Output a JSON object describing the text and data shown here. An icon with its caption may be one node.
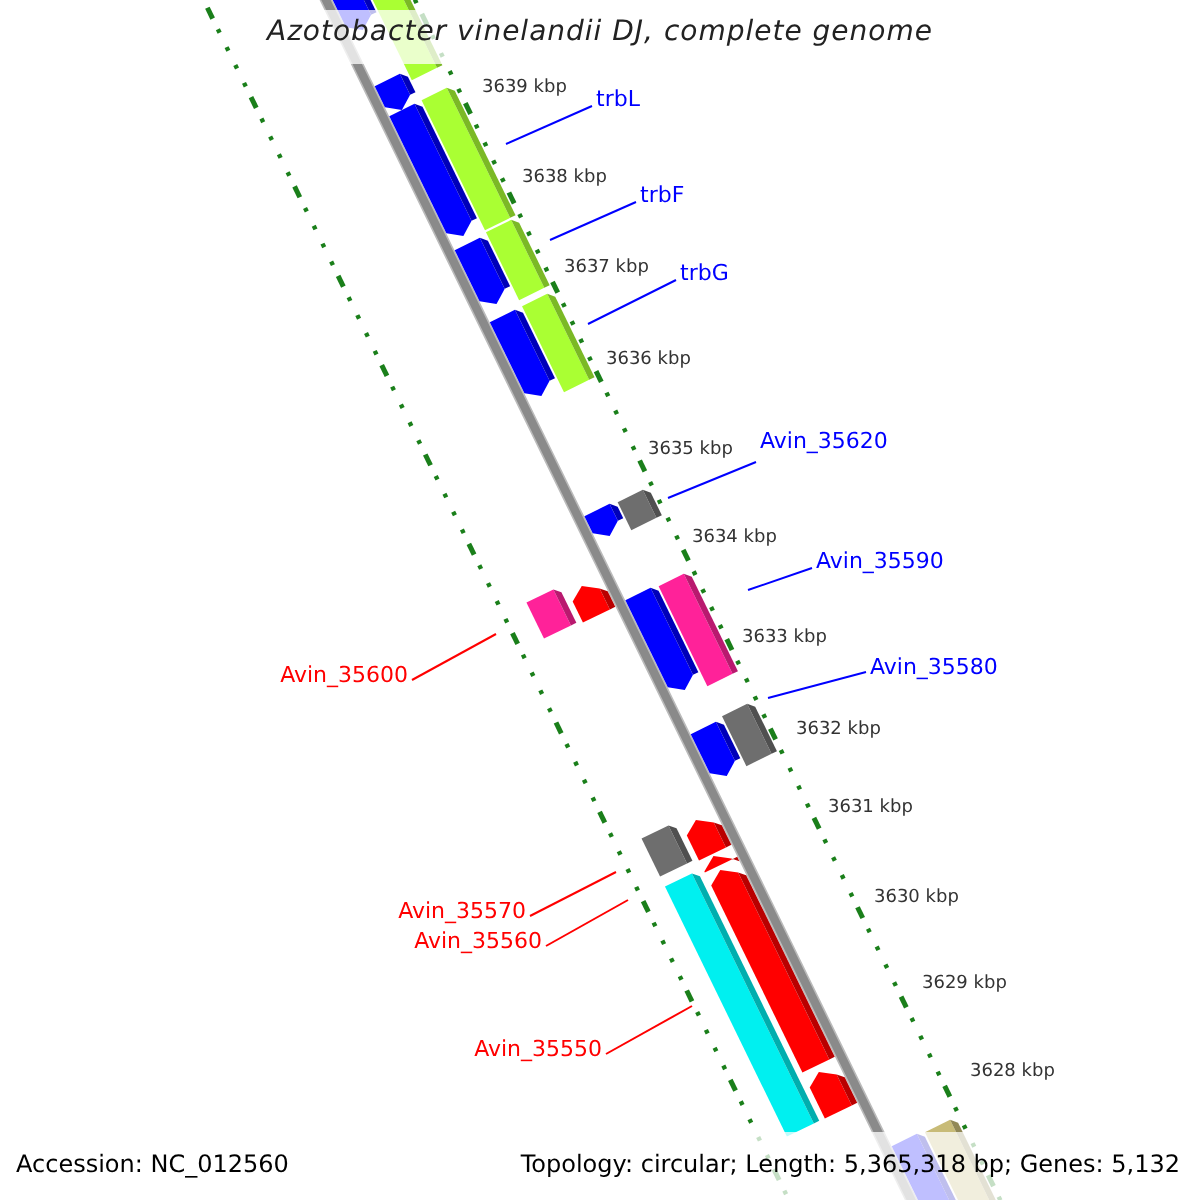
{
  "diagram": {
    "title": "Azotobacter vinelandii DJ, complete genome",
    "nodes": [
      {
        "text": [
          "trbL"
        ]
      },
      {
        "text": [
          "trbF"
        ]
      },
      {
        "text": [
          "trbG"
        ]
      },
      {
        "text": [
          "Avin_35620"
        ]
      },
      {
        "text": [
          "Avin_35590"
        ]
      },
      {
        "text": [
          "Avin_35600"
        ]
      },
      {
        "text": [
          "Avin_35580"
        ]
      },
      {
        "text": [
          "Avin_35570"
        ]
      },
      {
        "text": [
          "Avin_35560"
        ]
      },
      {
        "text": [
          "Avin_35550"
        ]
      }
    ],
    "edges": [
      {
        "from": 0,
        "to": null,
        "arrow": "none"
      },
      {
        "from": 1,
        "to": null,
        "arrow": "none"
      },
      {
        "from": 2,
        "to": null,
        "arrow": "none"
      },
      {
        "from": 3,
        "to": null,
        "arrow": "none"
      },
      {
        "from": 4,
        "to": null,
        "arrow": "none"
      },
      {
        "from": 5,
        "to": null,
        "arrow": "none",
        "color": "#ff0000"
      },
      {
        "from": 6,
        "to": null,
        "arrow": "none"
      },
      {
        "from": 7,
        "to": null,
        "arrow": "none",
        "color": "#ff0000"
      },
      {
        "from": 8,
        "to": null,
        "arrow": "none",
        "color": "#ff0000"
      },
      {
        "from": 9,
        "to": null,
        "arrow": "none",
        "color": "#ff0000"
      }
    ],
    "labels": [
      "3639 kbp",
      "3638 kbp",
      "3637 kbp",
      "3636 kbp",
      "3635 kbp",
      "3634 kbp",
      "3633 kbp",
      "3632 kbp",
      "3631 kbp",
      "3630 kbp",
      "3629 kbp",
      "3628 kbp",
      "Accession: NC_012560",
      "Topology: circular; Length: 5,365,318 bp; Genes: 5,132"
    ]
  }
}
